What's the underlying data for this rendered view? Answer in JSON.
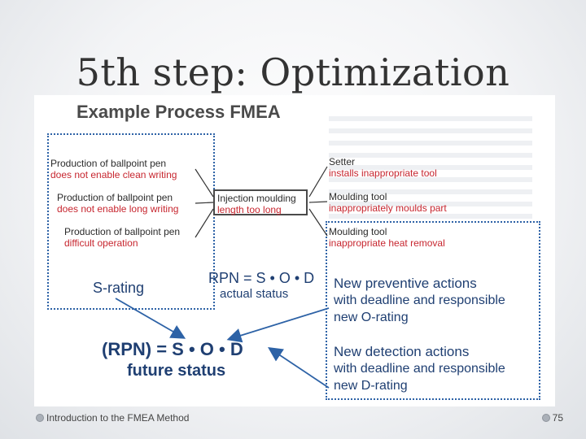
{
  "slide": {
    "title": "5th step: Optimization"
  },
  "figure": {
    "heading": "Example Process FMEA",
    "left_box": [
      {
        "line1": "Production of ballpoint pen",
        "line2": "does not enable clean writing"
      },
      {
        "line1": "Production of ballpoint pen",
        "line2": "does not enable long writing"
      },
      {
        "line1": "Production of ballpoint pen",
        "line2": "difficult operation"
      }
    ],
    "center_box": {
      "line1": "Injection moulding",
      "line2": "length too long"
    },
    "right_box": [
      {
        "line1": "Setter",
        "line2": "installs inappropriate tool"
      },
      {
        "line1": "Moulding tool",
        "line2": "inappropriately moulds part"
      },
      {
        "line1": "Moulding tool",
        "line2": "inappropriate heat removal"
      }
    ],
    "s_rating": "S-rating",
    "rpn_actual": {
      "formula": "RPN = S • O • D",
      "label": "actual status"
    },
    "rpn_future": {
      "formula": "(RPN) = S • O • D",
      "label": "future status"
    },
    "preventive": {
      "line1": "New preventive actions",
      "line2": "with deadline and responsible",
      "line3": "new O-rating"
    },
    "detection": {
      "line1": "New detection actions",
      "line2": "with deadline and responsible",
      "line3": "new D-rating"
    }
  },
  "footer": {
    "left": "Introduction to the FMEA Method",
    "right": "75"
  },
  "colors": {
    "accent_blue": "#2d62a6",
    "failure_red": "#c7262f",
    "text_dark": "#2b2b2b"
  }
}
